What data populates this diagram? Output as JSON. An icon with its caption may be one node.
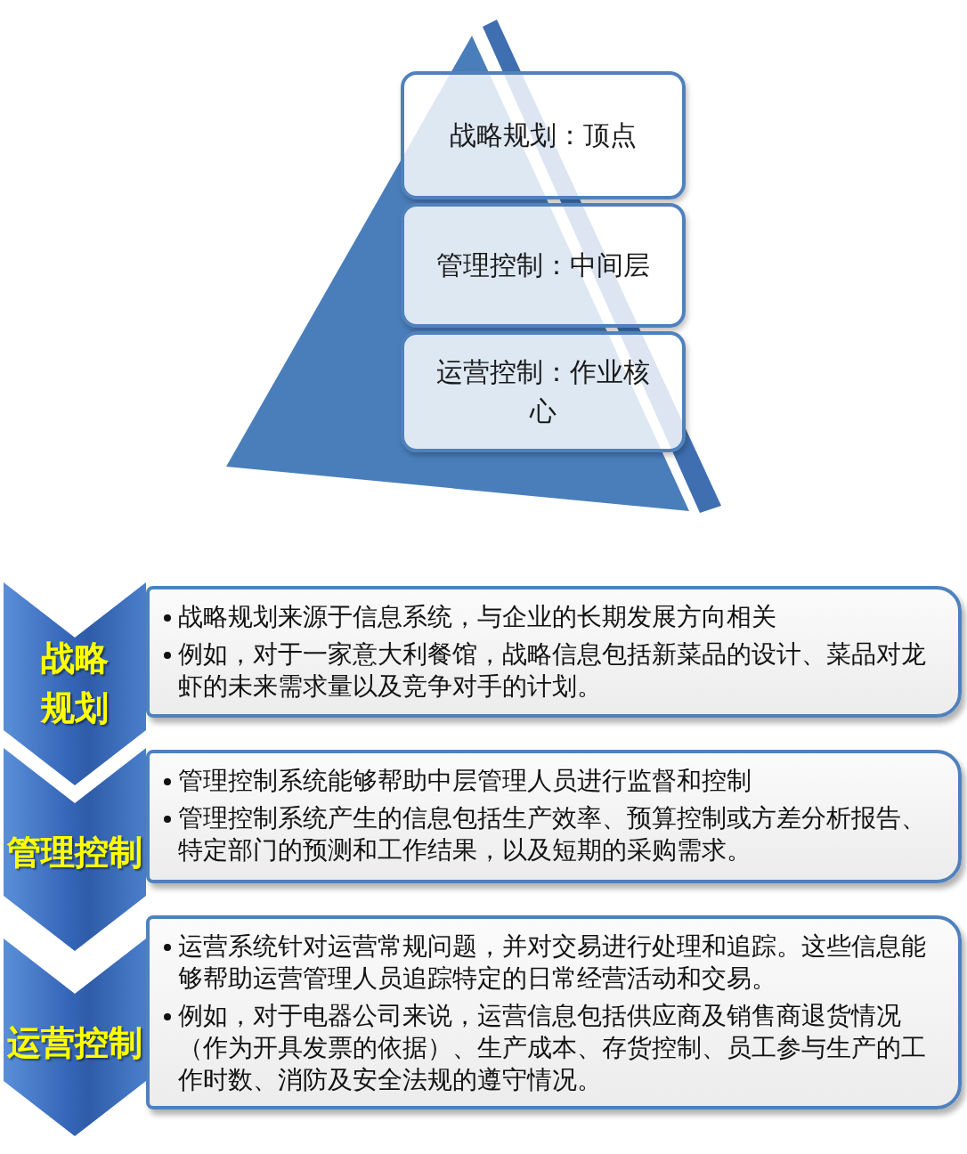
{
  "diagram": {
    "nodes": [
      {
        "text": [
          "战略规划：顶点"
        ]
      },
      {
        "text": [
          "管理控制：中间层"
        ]
      },
      {
        "text": [
          "运营控制：作业核心"
        ]
      },
      {
        "text": [
          "战略规划"
        ]
      },
      {
        "text": [
          "战略规划来源于信息系统，与企业的长期发展方向相关",
          "例如，对于一家意大利餐馆，战略信息包括新菜品的设计、菜品对龙虾的未来需求量以及竞争对手的计划。"
        ]
      },
      {
        "text": [
          "管理控制"
        ]
      },
      {
        "text": [
          "管理控制系统能够帮助中层管理人员进行监督和控制",
          "管理控制系统产生的信息包括生产效率、预算控制或方差分析报告、特定部门的预测和工作结果，以及短期的采购需求。"
        ]
      },
      {
        "text": [
          "运营控制"
        ]
      },
      {
        "text": [
          "运营系统针对运营常规问题，并对交易进行处理和追踪。这些信息能够帮助运营管理人员追踪特定的日常经营活动和交易。",
          "例如，对于电器公司来说，运营信息包括供应商及销售商退货情况（作为开具发票的依据）、生产成本、存货控制、员工参与生产的工作时数、消防及安全法规的遵守情况。"
        ]
      }
    ]
  }
}
